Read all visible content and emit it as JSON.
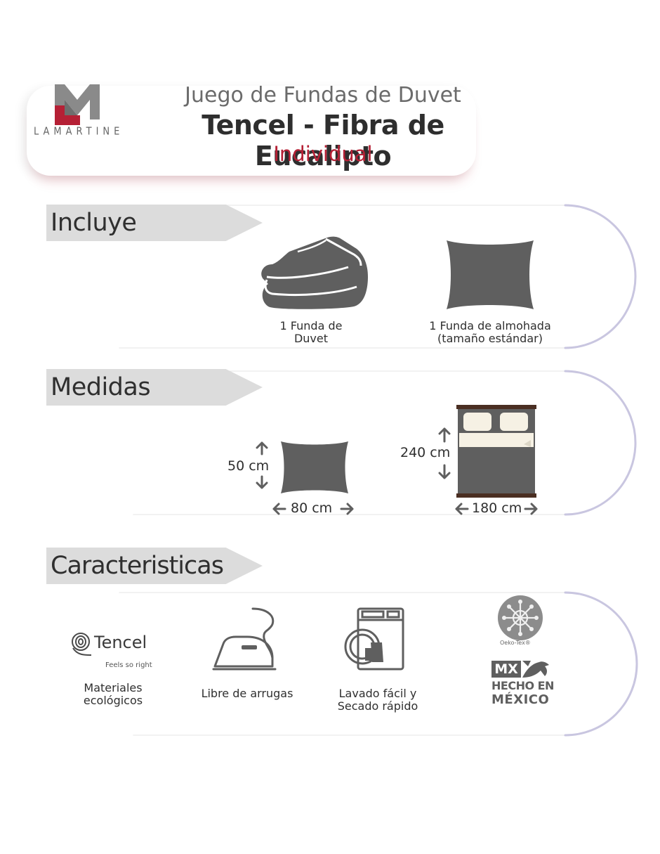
{
  "header": {
    "brand": "LAMARTINE",
    "title_line1": "Juego de Fundas de Duvet",
    "title_line2": "Tencel - Fibra de Eucalipto",
    "title_line3": "Individual"
  },
  "sections": {
    "incluye": {
      "title": "Incluye",
      "items": [
        {
          "icon": "folded-duvet-icon",
          "label_line1": "1 Funda de",
          "label_line2": "Duvet"
        },
        {
          "icon": "pillow-icon",
          "label_line1": "1 Funda de almohada",
          "label_line2": "(tamaño estándar)"
        }
      ]
    },
    "medidas": {
      "title": "Medidas",
      "pillow": {
        "height": "50 cm",
        "width": "80 cm"
      },
      "bed": {
        "height": "240 cm",
        "width": "180 cm"
      }
    },
    "caracteristicas": {
      "title": "Caracteristicas",
      "items": [
        {
          "icon": "tencel-logo-icon",
          "brand": "Tencel",
          "tagline": "Feels so right",
          "label_line1": "Materiales",
          "label_line2": "ecológicos"
        },
        {
          "icon": "iron-icon",
          "label_line1": "Libre de arrugas",
          "label_line2": ""
        },
        {
          "icon": "washing-machine-icon",
          "label_line1": "Lavado fácil y",
          "label_line2": "Secado rápido"
        },
        {
          "icon": "oeko-tex-icon",
          "brand": "Oeko-Tex®"
        },
        {
          "icon": "hecho-en-mexico-icon",
          "badge": "MX",
          "line1": "HECHO EN",
          "line2": "MÉXICO"
        }
      ]
    }
  },
  "colors": {
    "accent_red": "#b52035",
    "icon_gray": "#5f5f5f",
    "panel_outline": "#c9c6e0",
    "tag_gray": "#dcdcdc"
  }
}
